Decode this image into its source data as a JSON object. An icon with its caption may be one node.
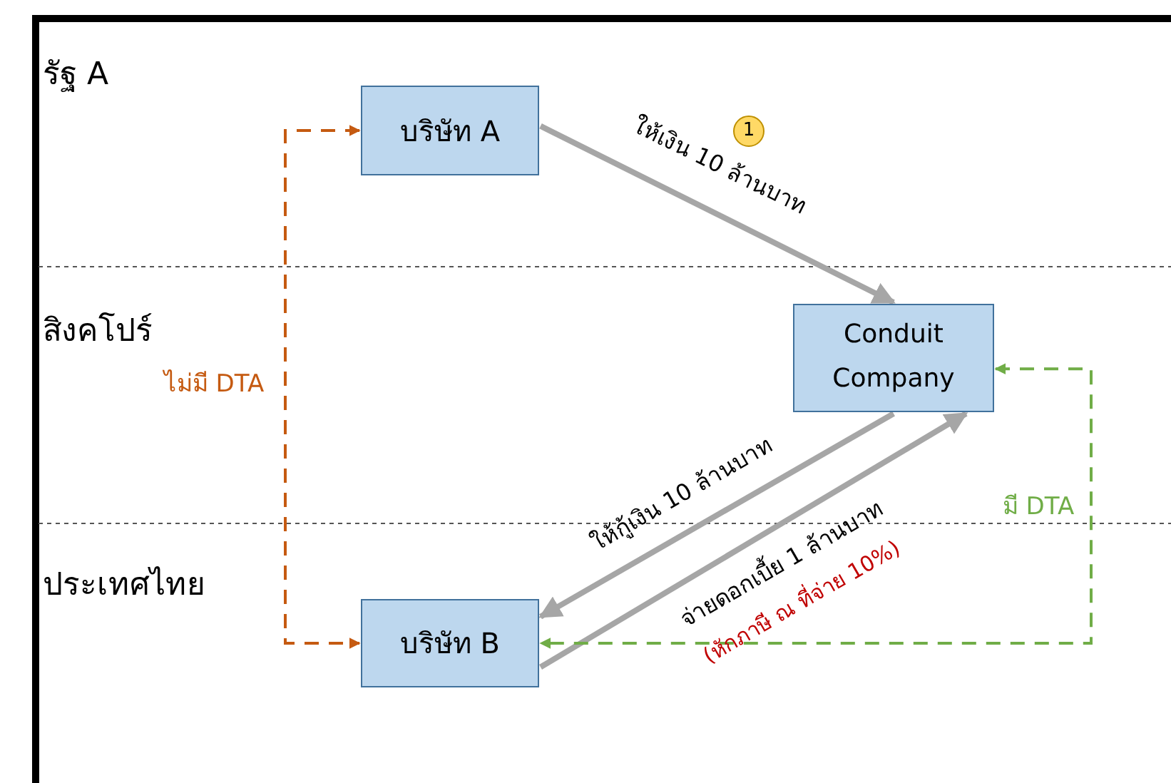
{
  "diagram": {
    "nodes": [
      {
        "text": [
          "บริษัท A"
        ]
      },
      {
        "text": [
          "Conduit Company"
        ]
      },
      {
        "text": [
          "บริษัท B"
        ]
      }
    ],
    "edges": [
      {
        "from": 0,
        "to": 1,
        "arrow": "to",
        "label": "ให้เงิน 10 ล้านบาท"
      },
      {
        "from": 1,
        "to": 2,
        "arrow": "to",
        "label": "ให้กู้เงิน 10 ล้านบาท"
      },
      {
        "from": 2,
        "to": 1,
        "arrow": "to",
        "label": "จ่ายดอกเบี้ย 1 ล้านบาท"
      },
      {
        "from": 0,
        "to": 2,
        "arrow": "both",
        "label": "ไม่มี DTA",
        "style": "dashed",
        "color": "#c55a11"
      },
      {
        "from": 1,
        "to": 2,
        "arrow": "both",
        "label": "มี DTA",
        "style": "dashed",
        "color": "#70ad47"
      }
    ],
    "labels": [
      "รัฐ A",
      "1",
      "สิงคโปร์",
      "ประเทศไทย",
      "(หักภาษี ณ ที่จ่าย 10%)"
    ]
  }
}
